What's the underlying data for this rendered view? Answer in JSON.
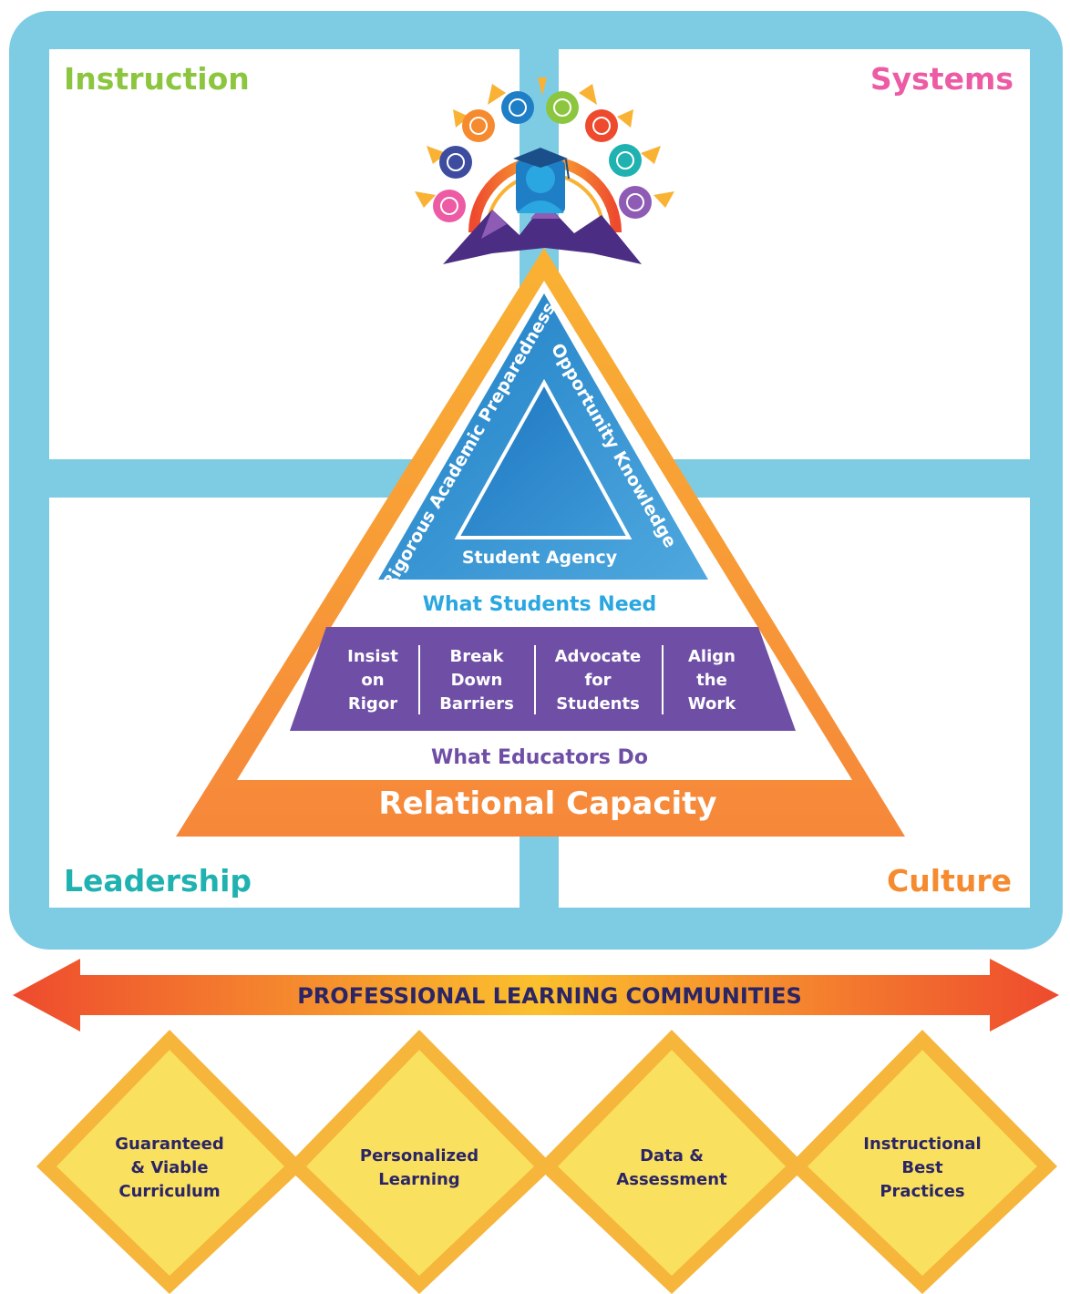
{
  "quadrants": {
    "top_left": {
      "label": "Instruction",
      "color": "#8CC63F"
    },
    "top_right": {
      "label": "Systems",
      "color": "#EC5BA4"
    },
    "bottom_left": {
      "label": "Leadership",
      "color": "#1FB2B0"
    },
    "bottom_right": {
      "label": "Culture",
      "color": "#F58A2E"
    }
  },
  "frame_color": "#7DCCE3",
  "graduate_emblem": {
    "icon": "graduate-icon"
  },
  "inner_triangle": {
    "left_side": "Rigorous Academic Preparedness",
    "right_side": "Opportunity Knowledge",
    "base": "Student Agency"
  },
  "students_need": "What Students Need",
  "educator_actions": [
    {
      "lines": [
        "Insist",
        "on",
        "Rigor"
      ]
    },
    {
      "lines": [
        "Break",
        "Down",
        "Barriers"
      ]
    },
    {
      "lines": [
        "Advocate",
        "for",
        "Students"
      ]
    },
    {
      "lines": [
        "Align",
        "the",
        "Work"
      ]
    }
  ],
  "educators_do": "What Educators Do",
  "relational_capacity": "Relational Capacity",
  "plc_banner": "PROFESSIONAL LEARNING COMMUNITIES",
  "pillars": [
    {
      "lines": [
        "Guaranteed",
        "& Viable",
        "Curriculum"
      ]
    },
    {
      "lines": [
        "Personalized",
        "Learning"
      ]
    },
    {
      "lines": [
        "Data &",
        "Assessment"
      ]
    },
    {
      "lines": [
        "Instructional",
        "Best",
        "Practices"
      ]
    }
  ]
}
